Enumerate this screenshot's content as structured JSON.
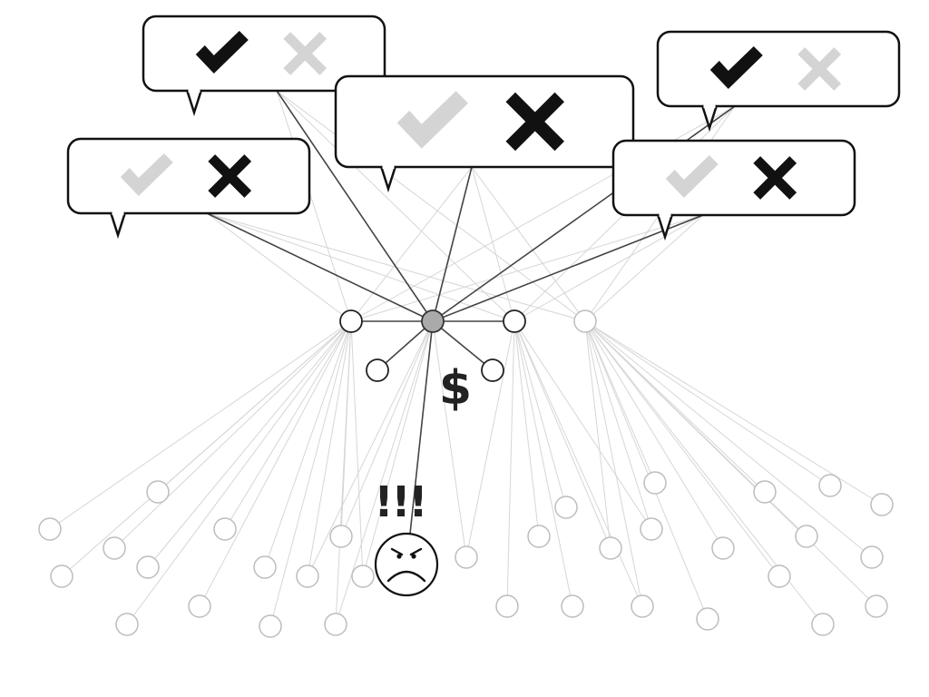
{
  "diagram": {
    "currency_symbol": "$",
    "alarm_text": "!!!",
    "colors": {
      "strong_line": "#444444",
      "faint_line": "#d6d6d6",
      "strong_mark": "#111111",
      "faint_mark": "#d4d4d4",
      "center_node_fill": "#aaaaaa"
    },
    "icons": {
      "approve": "check-icon",
      "reject": "cross-icon",
      "face": "angry-face-icon"
    },
    "speech_bubbles": [
      {
        "approve_emphasis": "strong",
        "reject_emphasis": "faint"
      },
      {
        "approve_emphasis": "faint",
        "reject_emphasis": "strong"
      },
      {
        "approve_emphasis": "strong",
        "reject_emphasis": "faint"
      },
      {
        "approve_emphasis": "faint",
        "reject_emphasis": "strong"
      },
      {
        "approve_emphasis": "faint",
        "reject_emphasis": "strong"
      }
    ]
  }
}
